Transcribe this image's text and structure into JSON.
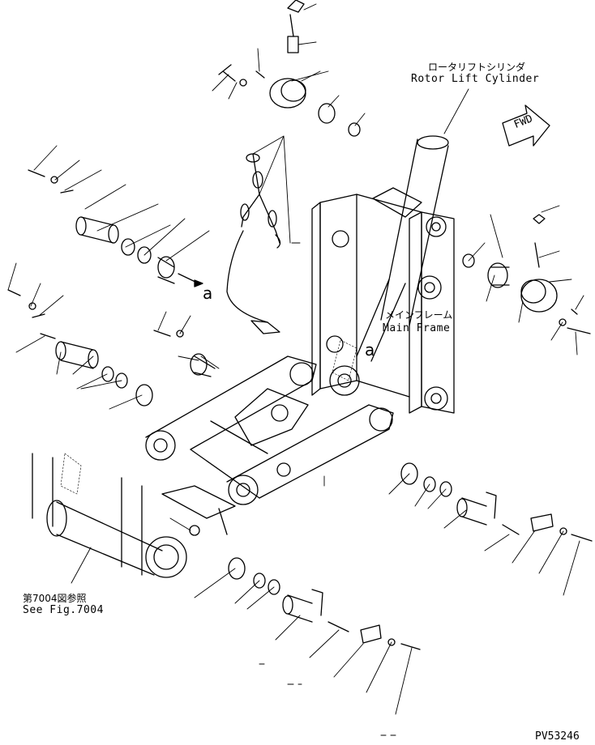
{
  "labels": {
    "rotor_lift_jp": "ロータリフトシリンダ",
    "rotor_lift_en": "Rotor Lift Cylinder",
    "main_frame_jp": "メインフレーム",
    "main_frame_en": "Main Frame",
    "see_fig_jp": "第7004図参照",
    "see_fig_en": "See Fig.7004",
    "fwd": "FWD",
    "ref_a1": "a",
    "ref_a2": "a",
    "drawing_no": "PV53246"
  }
}
